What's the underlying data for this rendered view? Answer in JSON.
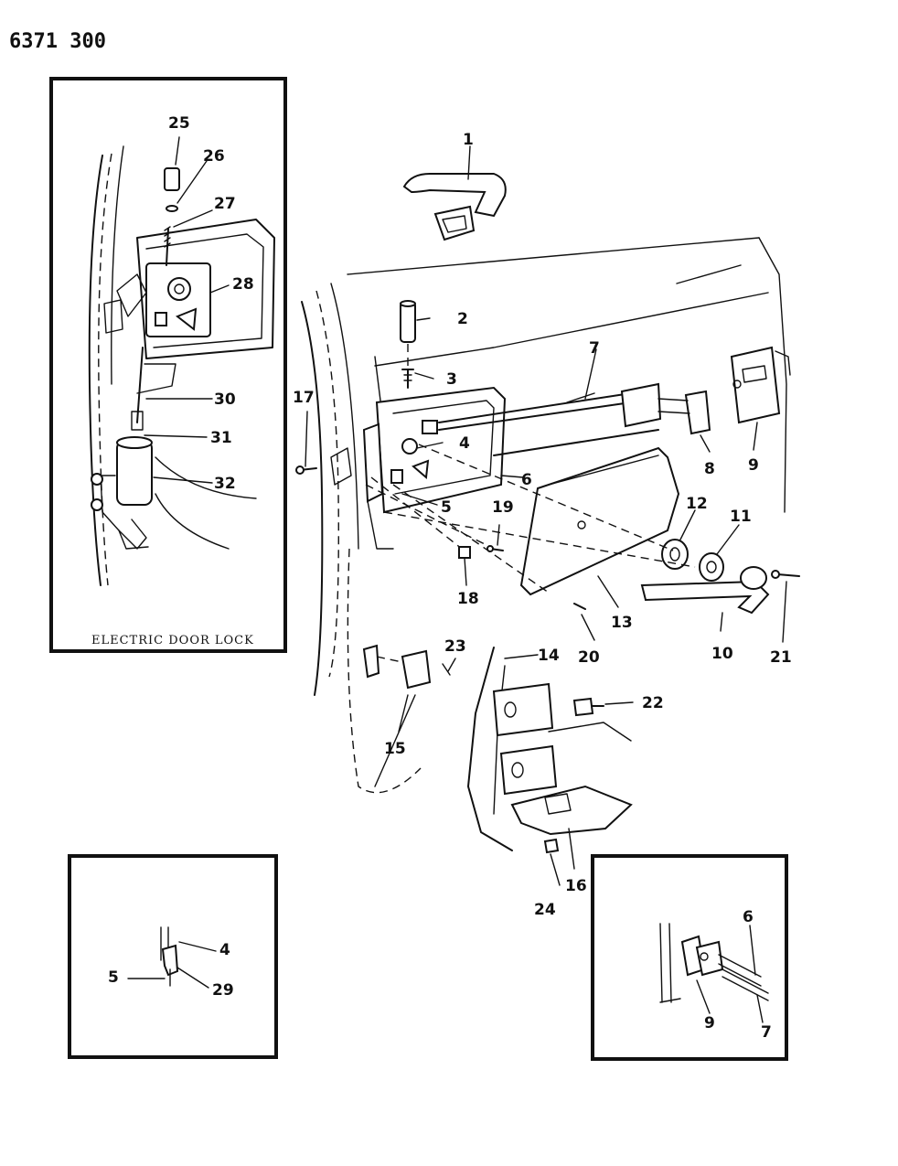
{
  "figure_number": "6371 300",
  "inset_caption": "ELECTRIC DOOR LOCK",
  "callouts": {
    "main": [
      "1",
      "2",
      "3",
      "4",
      "5",
      "6",
      "7",
      "8",
      "9",
      "10",
      "11",
      "12",
      "13",
      "14",
      "15",
      "16",
      "17",
      "18",
      "19",
      "20",
      "21",
      "22",
      "23",
      "24"
    ],
    "electric_lock_inset": [
      "25",
      "26",
      "27",
      "28",
      "30",
      "31",
      "32"
    ],
    "rod_clip_inset": [
      "4",
      "5",
      "29"
    ],
    "bellcrank_inset": [
      "6",
      "7",
      "9"
    ]
  }
}
